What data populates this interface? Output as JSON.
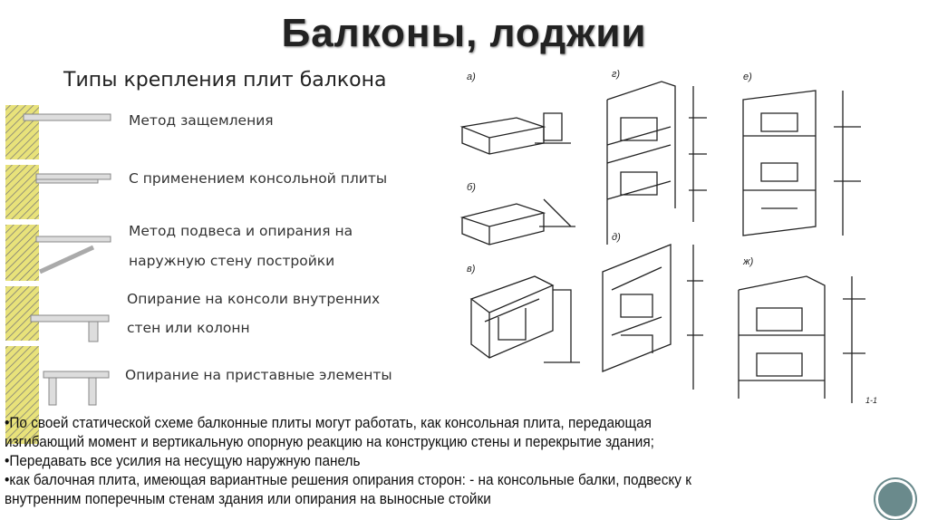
{
  "title": "Балконы, лоджии",
  "subtitle": "Типы крепления плит балкона",
  "methods": [
    {
      "line1": "Метод защемления"
    },
    {
      "line1": "С применением консольной плиты"
    },
    {
      "line1": "Метод подвеса и опирания на",
      "line2": "наружную стену постройки"
    },
    {
      "line1": "Опирание на консоли внутренних",
      "line2": "стен или колонн"
    },
    {
      "line1": "Опирание на приставные элементы"
    }
  ],
  "drawing_labels": [
    "а)",
    "г)",
    "е)",
    "б)",
    "д)",
    "в)",
    "ж)",
    "1-1"
  ],
  "body": [
    "•По своей статической схеме балконные плиты могут работать, как консольная плита, передающая",
    "изгибающий момент и вертикальную опорную реакцию на конструкцию стены и перекрытие здания;",
    "•Передавать все усилия на несущую наружную панель",
    "•как балочная плита, имеющая вариантные решения опирания сторон: - на консольные балки, подвеску к",
    "внутренним поперечным стенам здания или опирания на выносные стойки"
  ],
  "colors": {
    "wall": "#e8e27a",
    "slab": "#d8d8d8",
    "accent": "#6a8a8c"
  }
}
